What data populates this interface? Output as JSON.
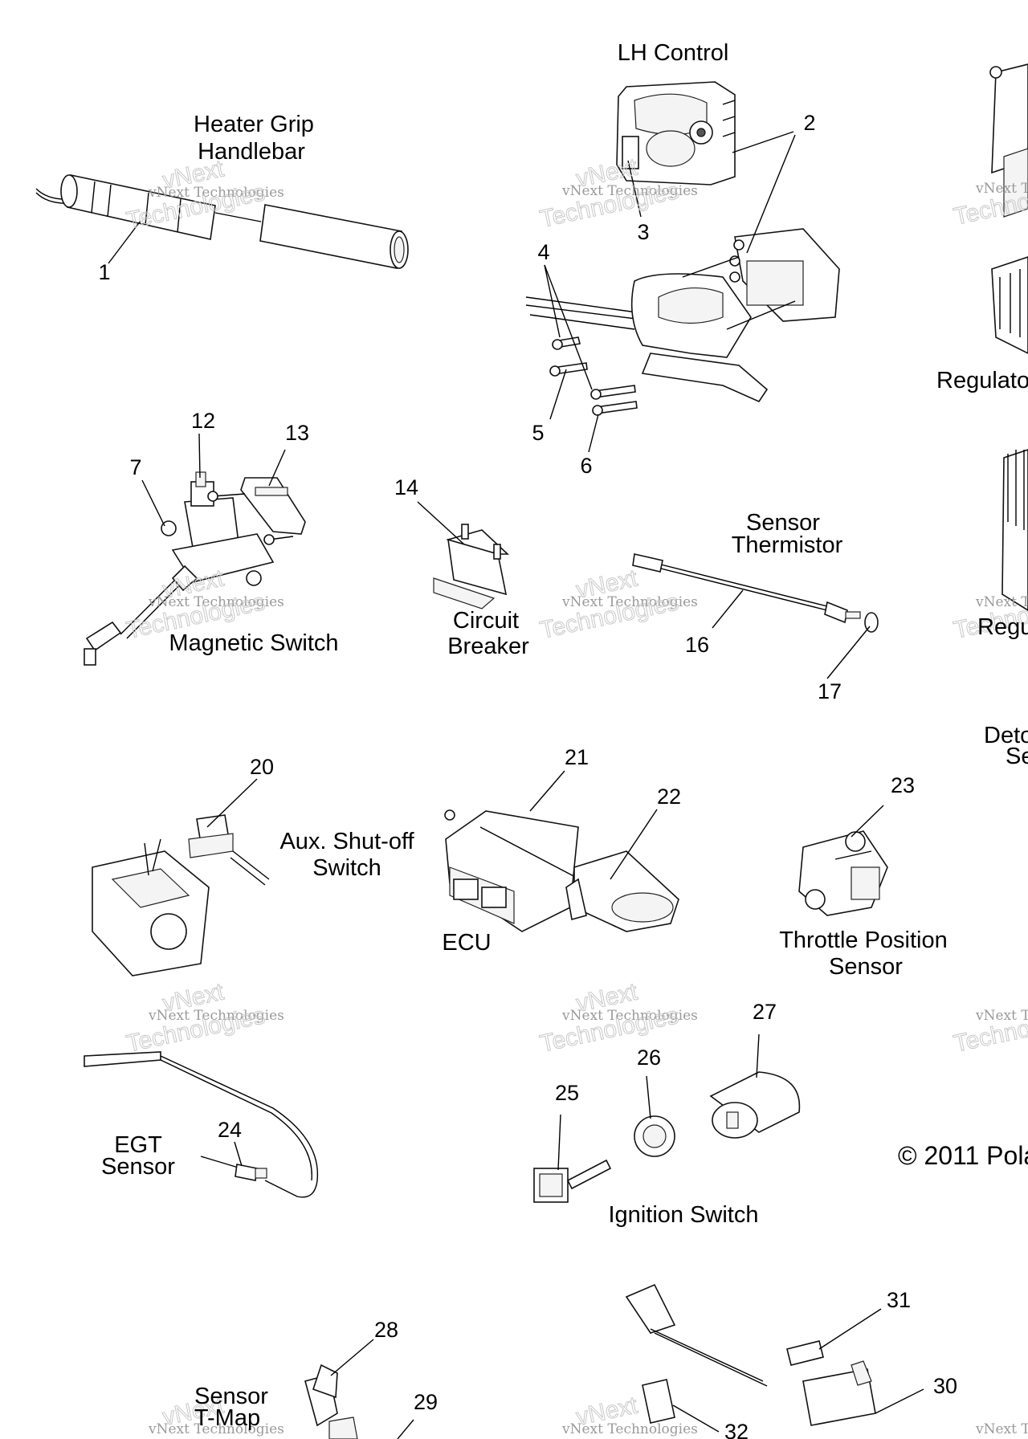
{
  "labels": {
    "lh_control": "LH Control",
    "heater_grip_line1": "Heater Grip",
    "heater_grip_line2": "Handlebar",
    "regulator_1": "Regulato",
    "magnetic_switch": "Magnetic Switch",
    "circuit_breaker_line1": "Circuit",
    "circuit_breaker_line2": "Breaker",
    "sensor_thermistor_line1": "Sensor",
    "sensor_thermistor_line2": "Thermistor",
    "regulator_2": "Regu",
    "detonation_line1": "Deto",
    "detonation_line2": "Se",
    "aux_shutoff_line1": "Aux. Shut-off",
    "aux_shutoff_line2": "Switch",
    "ecu": "ECU",
    "throttle_line1": "Throttle Position",
    "throttle_line2": "Sensor",
    "egt_line1": "EGT",
    "egt_line2": "Sensor",
    "ignition_switch": "Ignition Switch",
    "sensor_tmap_line1": "Sensor",
    "sensor_tmap_line2": "T-Map",
    "copyright": "© 2011 Pola"
  },
  "callouts": [
    "1",
    "2",
    "3",
    "4",
    "5",
    "6",
    "7",
    "12",
    "13",
    "14",
    "16",
    "17",
    "20",
    "21",
    "22",
    "23",
    "24",
    "25",
    "26",
    "27",
    "28",
    "29",
    "30",
    "31",
    "32"
  ],
  "watermark": {
    "line1": "vNext Technologies",
    "line2": "Technologies",
    "line3": "vNext"
  }
}
